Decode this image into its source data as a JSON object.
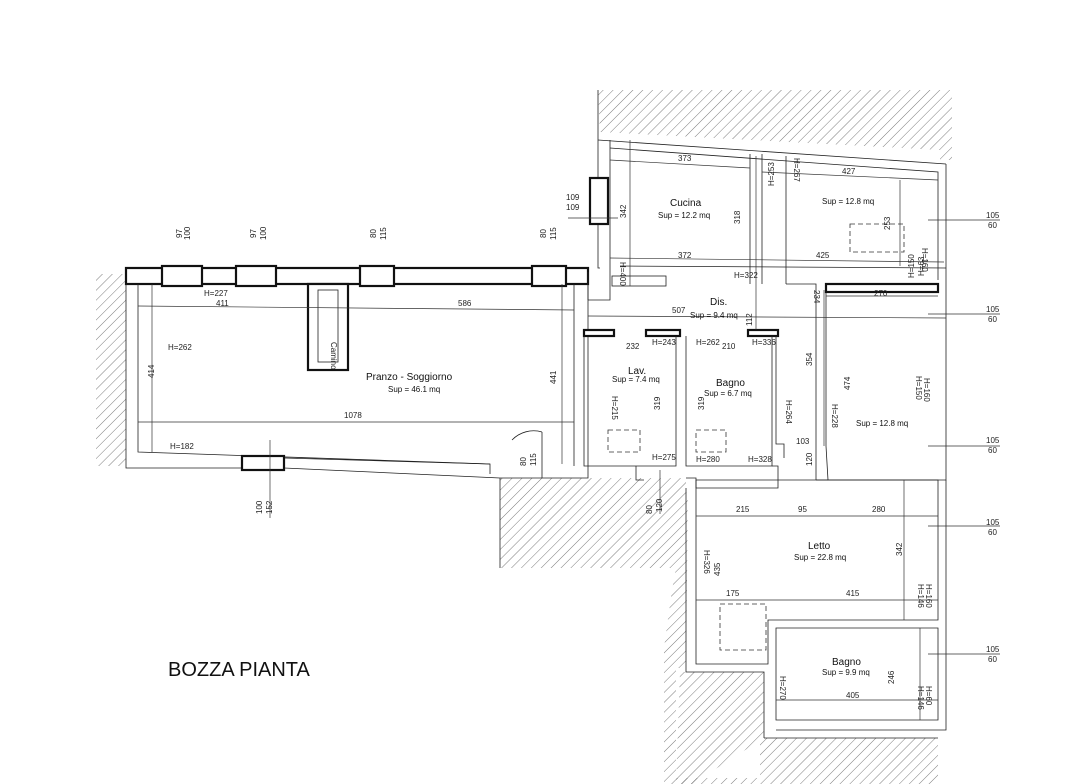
{
  "title": "BOZZA PIANTA",
  "rooms": {
    "soggiorno": {
      "name": "Pranzo - Soggiorno",
      "area": "Sup = 46.1 mq"
    },
    "cucina": {
      "name": "Cucina",
      "area": "Sup = 12.2 mq"
    },
    "camera1": {
      "area": "Sup = 12.8 mq"
    },
    "camera2": {
      "area": "Sup = 12.8 mq"
    },
    "dis": {
      "name": "Dis.",
      "area": "Sup = 9.4 mq"
    },
    "lav": {
      "name": "Lav.",
      "area": "Sup = 7.4 mq"
    },
    "bagno1": {
      "name": "Bagno",
      "area": "Sup = 6.7 mq"
    },
    "letto": {
      "name": "Letto",
      "area": "Sup = 22.8 mq"
    },
    "bagno2": {
      "name": "Bagno",
      "area": "Sup = 9.9 mq"
    },
    "camino": "Camino"
  },
  "dims": {
    "d373": "373",
    "d427": "427",
    "d372": "372",
    "d425": "425",
    "d342a": "342",
    "d318": "318",
    "h322": "H=322",
    "h267": "H=267",
    "h253": "H=253",
    "d253": "253",
    "h400": "H=400",
    "d109a": "109",
    "d109b": "109",
    "d97a": "97",
    "d100a": "100",
    "d97b": "97",
    "d100b": "100",
    "d80a": "80",
    "d115a": "115",
    "d80b": "80",
    "d115b": "115",
    "h227": "H=227",
    "d411": "411",
    "d586": "586",
    "d507": "507",
    "d112": "112",
    "d270": "270",
    "d234": "234",
    "d354": "354",
    "d474": "474",
    "h262": "H=262",
    "d414": "414",
    "d441": "441",
    "d1078": "1078",
    "h182": "H=182",
    "d100c": "100",
    "d152": "152",
    "d80c": "80",
    "d115c": "115",
    "d80d": "80",
    "d120a": "120",
    "d232": "232",
    "h243": "H=243",
    "h262b": "H=262",
    "d210": "210",
    "h336": "H=336",
    "h215": "H=215",
    "d319a": "319",
    "d319b": "319",
    "h264": "H=264",
    "h228": "H=228",
    "h275": "H=275",
    "h280": "H=280",
    "h328": "H=328",
    "d103": "103",
    "d120b": "120",
    "h160a": "H=160",
    "h150a": "H=150",
    "h63": "H=63",
    "h150b": "H=150",
    "d105a": "105",
    "d60a": "60",
    "d105b": "105",
    "d60b": "60",
    "d105c": "105",
    "d60c": "60",
    "d105d": "105",
    "d60d": "60",
    "d105e": "105",
    "d60e": "60",
    "d215": "215",
    "d95": "95",
    "d280": "280",
    "d342b": "342",
    "h326": "H=326",
    "d435": "435",
    "d175": "175",
    "d415": "415",
    "h160b": "H=160",
    "h146a": "H=146",
    "d246": "246",
    "d405": "405",
    "h270": "H=270",
    "h60": "H=60",
    "h146b": "H=146"
  }
}
